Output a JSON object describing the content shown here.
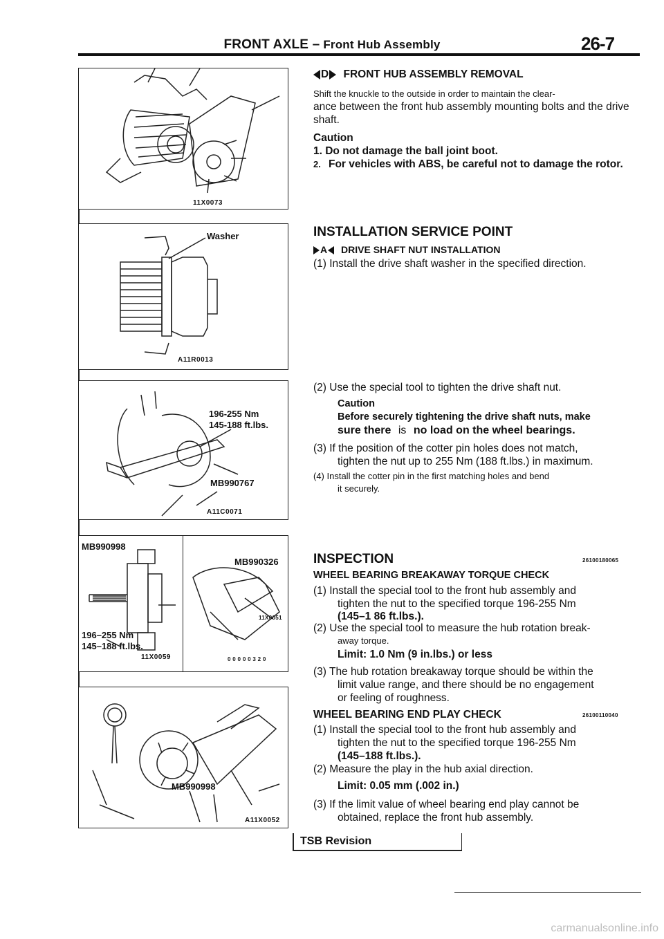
{
  "header": {
    "section": "FRONT AXLE –",
    "title": "Front Hub Assembly",
    "page": "26-7"
  },
  "figures": {
    "fig1_code": "11X0073",
    "fig2_label": "Washer",
    "fig2_code": "A11R0013",
    "fig3_torque_nm": "196-255 Nm",
    "fig3_torque_ft": "145-188 ft.lbs.",
    "fig3_tool": "MB990767",
    "fig3_code": "A11C0071",
    "fig4_tool_left": "MB990998",
    "fig4_tool_right": "MB990326",
    "fig4_torque_nm": "196–255 Nm",
    "fig4_torque_ft": "145–188 ft.lbs.",
    "fig4_code_left": "11X0059",
    "fig4_code_right": "0 0 0 0 0 3 2 0",
    "fig4_code_small": "11X0051",
    "fig5_tool": "MB990998",
    "fig5_code": "A11X0052"
  },
  "removal": {
    "marker": "D",
    "heading": "FRONT HUB ASSEMBLY REMOVAL",
    "para_line1": "Shift the knuckle to the outside in order to maintain the clear-",
    "para_line2": "ance between the front hub assembly mounting bolts and the drive shaft.",
    "caution": "Caution",
    "c1": "1. Do not damage the ball joint boot.",
    "c2_num": "2.",
    "c2_text": "For vehicles with ABS, be careful not to damage the rotor."
  },
  "installation": {
    "heading": "INSTALLATION SERVICE POINT",
    "marker": "A",
    "subheading": "DRIVE SHAFT NUT INSTALLATION",
    "step1": "(1) Install the drive shaft washer in the specified direction.",
    "step2": "(2) Use the special tool to tighten the drive shaft nut.",
    "caution": "Caution",
    "caution_line1": "Before securely tightening the drive shaft nuts, make",
    "caution_a": "sure there",
    "caution_b": "is",
    "caution_c": "no load on the wheel bearings.",
    "step3_line1": "(3) If the position of the cotter pin holes does not match,",
    "step3_line2": "tighten the nut up to 255 Nm (188 ft.lbs.) in maximum.",
    "step4_line1": "(4) Install the cotter pin in the first matching holes and bend",
    "step4_line2": "it securely."
  },
  "inspection": {
    "heading": "INSPECTION",
    "code1": "26100180065",
    "sub1": "WHEEL BEARING BREAKAWAY TORQUE CHECK",
    "s1_l1": "(1) Install the special tool to the front hub assembly and",
    "s1_l2": "tighten the nut to the specified torque 196-255 Nm",
    "s1_l3": "(145–1 86 ft.lbs.).",
    "s2_l1": "(2) Use the special tool to measure the hub rotation break-",
    "s2_l2": "away torque.",
    "limit1": "Limit: 1.0 Nm (9 in.lbs.) or less",
    "s3_l1": "(3) The hub rotation breakaway torque should be within the",
    "s3_l2": "limit value range, and there should be no engagement",
    "s3_l3": "or feeling of roughness.",
    "sub2": "WHEEL BEARING END PLAY CHECK",
    "code2": "26100110040",
    "e1_l1": "(1) Install the special tool to the front hub assembly and",
    "e1_l2": "tighten the nut to the specified torque 196-255 Nm",
    "e1_l3": "(145–188 ft.lbs.).",
    "e2": "(2) Measure the play in the hub axial direction.",
    "limit2": "Limit: 0.05 mm (.002 in.)",
    "e3_l1": "(3) If the limit value of wheel bearing end play cannot be",
    "e3_l2": "obtained, replace the front hub assembly."
  },
  "footer": {
    "tsb": "TSB Revision",
    "watermark": "carmanualsonline.info"
  }
}
